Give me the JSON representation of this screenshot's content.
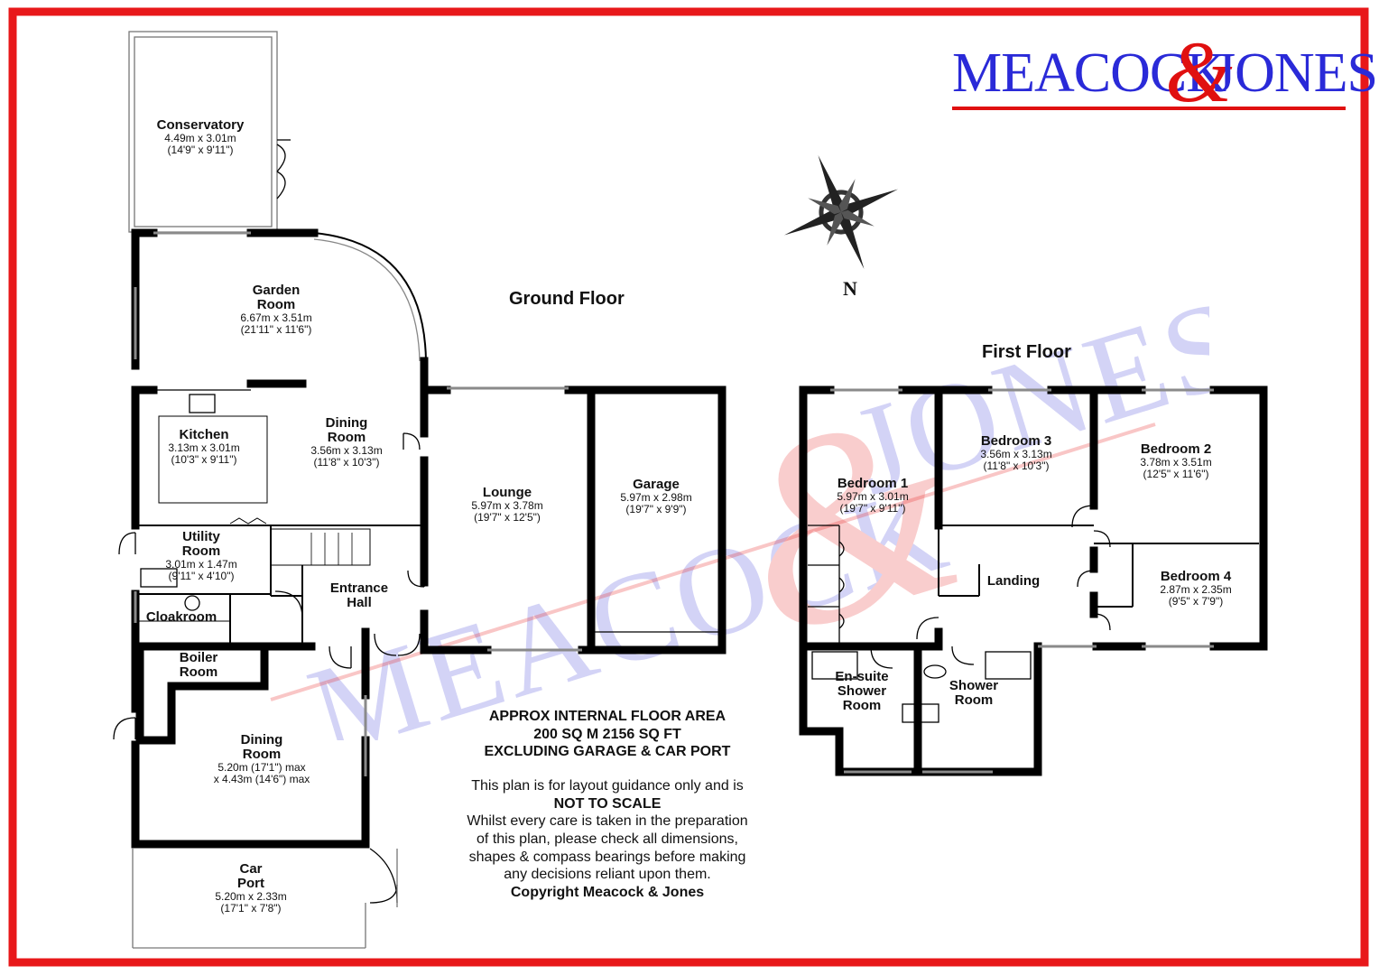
{
  "brand": {
    "left": "MEACOCK",
    "amp": "&",
    "right": "JONES",
    "blue": "#2a2ad8",
    "red": "#e01010"
  },
  "compass": {
    "label": "N"
  },
  "floors": {
    "ground": {
      "title": "Ground Floor"
    },
    "first": {
      "title": "First Floor"
    }
  },
  "rooms": {
    "conservatory": {
      "name": "Conservatory",
      "dims": [
        "4.49m x 3.01m",
        "(14'9\" x 9'11\")"
      ]
    },
    "garden_room": {
      "name": [
        "Garden",
        "Room"
      ],
      "dims": [
        "6.67m x 3.51m",
        "(21'11\" x 11'6\")"
      ]
    },
    "kitchen": {
      "name": "Kitchen",
      "dims": [
        "3.13m x 3.01m",
        "(10'3\" x 9'11\")"
      ]
    },
    "dining_room_1": {
      "name": [
        "Dining",
        "Room"
      ],
      "dims": [
        "3.56m x 3.13m",
        "(11'8\" x 10'3\")"
      ]
    },
    "utility": {
      "name": [
        "Utility",
        "Room"
      ],
      "dims": [
        "3.01m x 1.47m",
        "(9'11\" x 4'10\")"
      ]
    },
    "cloakroom": {
      "name": "Cloakroom"
    },
    "entrance_hall": {
      "name": [
        "Entrance",
        "Hall"
      ]
    },
    "boiler": {
      "name": [
        "Boiler",
        "Room"
      ]
    },
    "dining_room_2": {
      "name": [
        "Dining",
        "Room"
      ],
      "dims": [
        "5.20m (17'1\") max",
        "x 4.43m (14'6\") max"
      ]
    },
    "car_port": {
      "name": [
        "Car",
        "Port"
      ],
      "dims": [
        "5.20m x 2.33m",
        "(17'1\" x 7'8\")"
      ]
    },
    "lounge": {
      "name": "Lounge",
      "dims": [
        "5.97m x 3.78m",
        "(19'7\" x 12'5\")"
      ]
    },
    "garage": {
      "name": "Garage",
      "dims": [
        "5.97m x 2.98m",
        "(19'7\" x 9'9\")"
      ]
    },
    "bedroom1": {
      "name": "Bedroom 1",
      "dims": [
        "5.97m x 3.01m",
        "(19'7\" x 9'11\")"
      ]
    },
    "bedroom2": {
      "name": "Bedroom 2",
      "dims": [
        "3.78m x 3.51m",
        "(12'5\" x 11'6\")"
      ]
    },
    "bedroom3": {
      "name": "Bedroom 3",
      "dims": [
        "3.56m x 3.13m",
        "(11'8\" x 10'3\")"
      ]
    },
    "bedroom4": {
      "name": "Bedroom 4",
      "dims": [
        "2.87m x 2.35m",
        "(9'5\" x 7'9\")"
      ]
    },
    "landing": {
      "name": "Landing"
    },
    "ensuite": {
      "name": [
        "En-suite",
        "Shower",
        "Room"
      ]
    },
    "shower": {
      "name": [
        "Shower",
        "Room"
      ]
    }
  },
  "notes": {
    "area_lines": [
      "APPROX INTERNAL FLOOR AREA",
      "200 SQ M 2156 SQ FT",
      "EXCLUDING GARAGE & CAR PORT"
    ],
    "guidance_1": "This plan is for layout guidance only and is",
    "not_to_scale": "NOT TO SCALE",
    "guidance_2": [
      "Whilst every care is taken in the preparation",
      "of this plan, please check all dimensions,",
      "shapes & compass bearings before making",
      "any decisions reliant upon them."
    ],
    "copyright": "Copyright Meacock & Jones"
  },
  "colors": {
    "border": "#e8181a",
    "wall": "#000000",
    "window": "#9a9a9a"
  }
}
